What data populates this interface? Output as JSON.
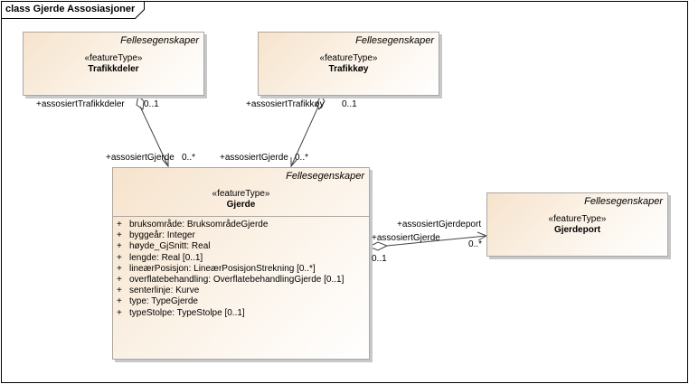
{
  "diagram": {
    "title": "class Gjerde Assosiasjoner"
  },
  "classes": {
    "trafikkdeler": {
      "tag": "Fellesegenskaper",
      "stereotype": "«featureType»",
      "name": "Trafikkdeler"
    },
    "trafikkoy": {
      "tag": "Fellesegenskaper",
      "stereotype": "«featureType»",
      "name": "Trafikkøy"
    },
    "gjerde": {
      "tag": "Fellesegenskaper",
      "stereotype": "«featureType»",
      "name": "Gjerde",
      "attributes": [
        {
          "vis": "+",
          "text": "bruksområde: BruksområdeGjerde"
        },
        {
          "vis": "+",
          "text": "byggeår: Integer"
        },
        {
          "vis": "+",
          "text": "høyde_GjSnitt: Real"
        },
        {
          "vis": "+",
          "text": "lengde: Real [0..1]"
        },
        {
          "vis": "+",
          "text": "lineærPosisjon: LineærPosisjonStrekning [0..*]"
        },
        {
          "vis": "+",
          "text": "overflatebehandling: OverflatebehandlingGjerde [0..1]"
        },
        {
          "vis": "+",
          "text": "senterlinje: Kurve"
        },
        {
          "vis": "+",
          "text": "type: TypeGjerde"
        },
        {
          "vis": "+",
          "text": "typeStolpe: TypeStolpe [0..1]"
        }
      ]
    },
    "gjerdeport": {
      "tag": "Fellesegenskaper",
      "stereotype": "«featureType»",
      "name": "Gjerdeport"
    }
  },
  "associations": {
    "trafikkdeler": {
      "source_role": "+assosiertTrafikkdeler",
      "source_mult": "0..1",
      "target_role": "+assosiertGjerde",
      "target_mult": "0..*"
    },
    "trafikkoy": {
      "source_role": "+assosiertTrafikkøy",
      "source_mult": "0..1",
      "target_role": "+assosiertGjerde",
      "target_mult": "0..*"
    },
    "gjerdeport": {
      "source_role": "+assosiertGjerde",
      "source_mult": "0..1",
      "target_role": "+assosiertGjerdeport",
      "target_mult": "0..*"
    }
  }
}
